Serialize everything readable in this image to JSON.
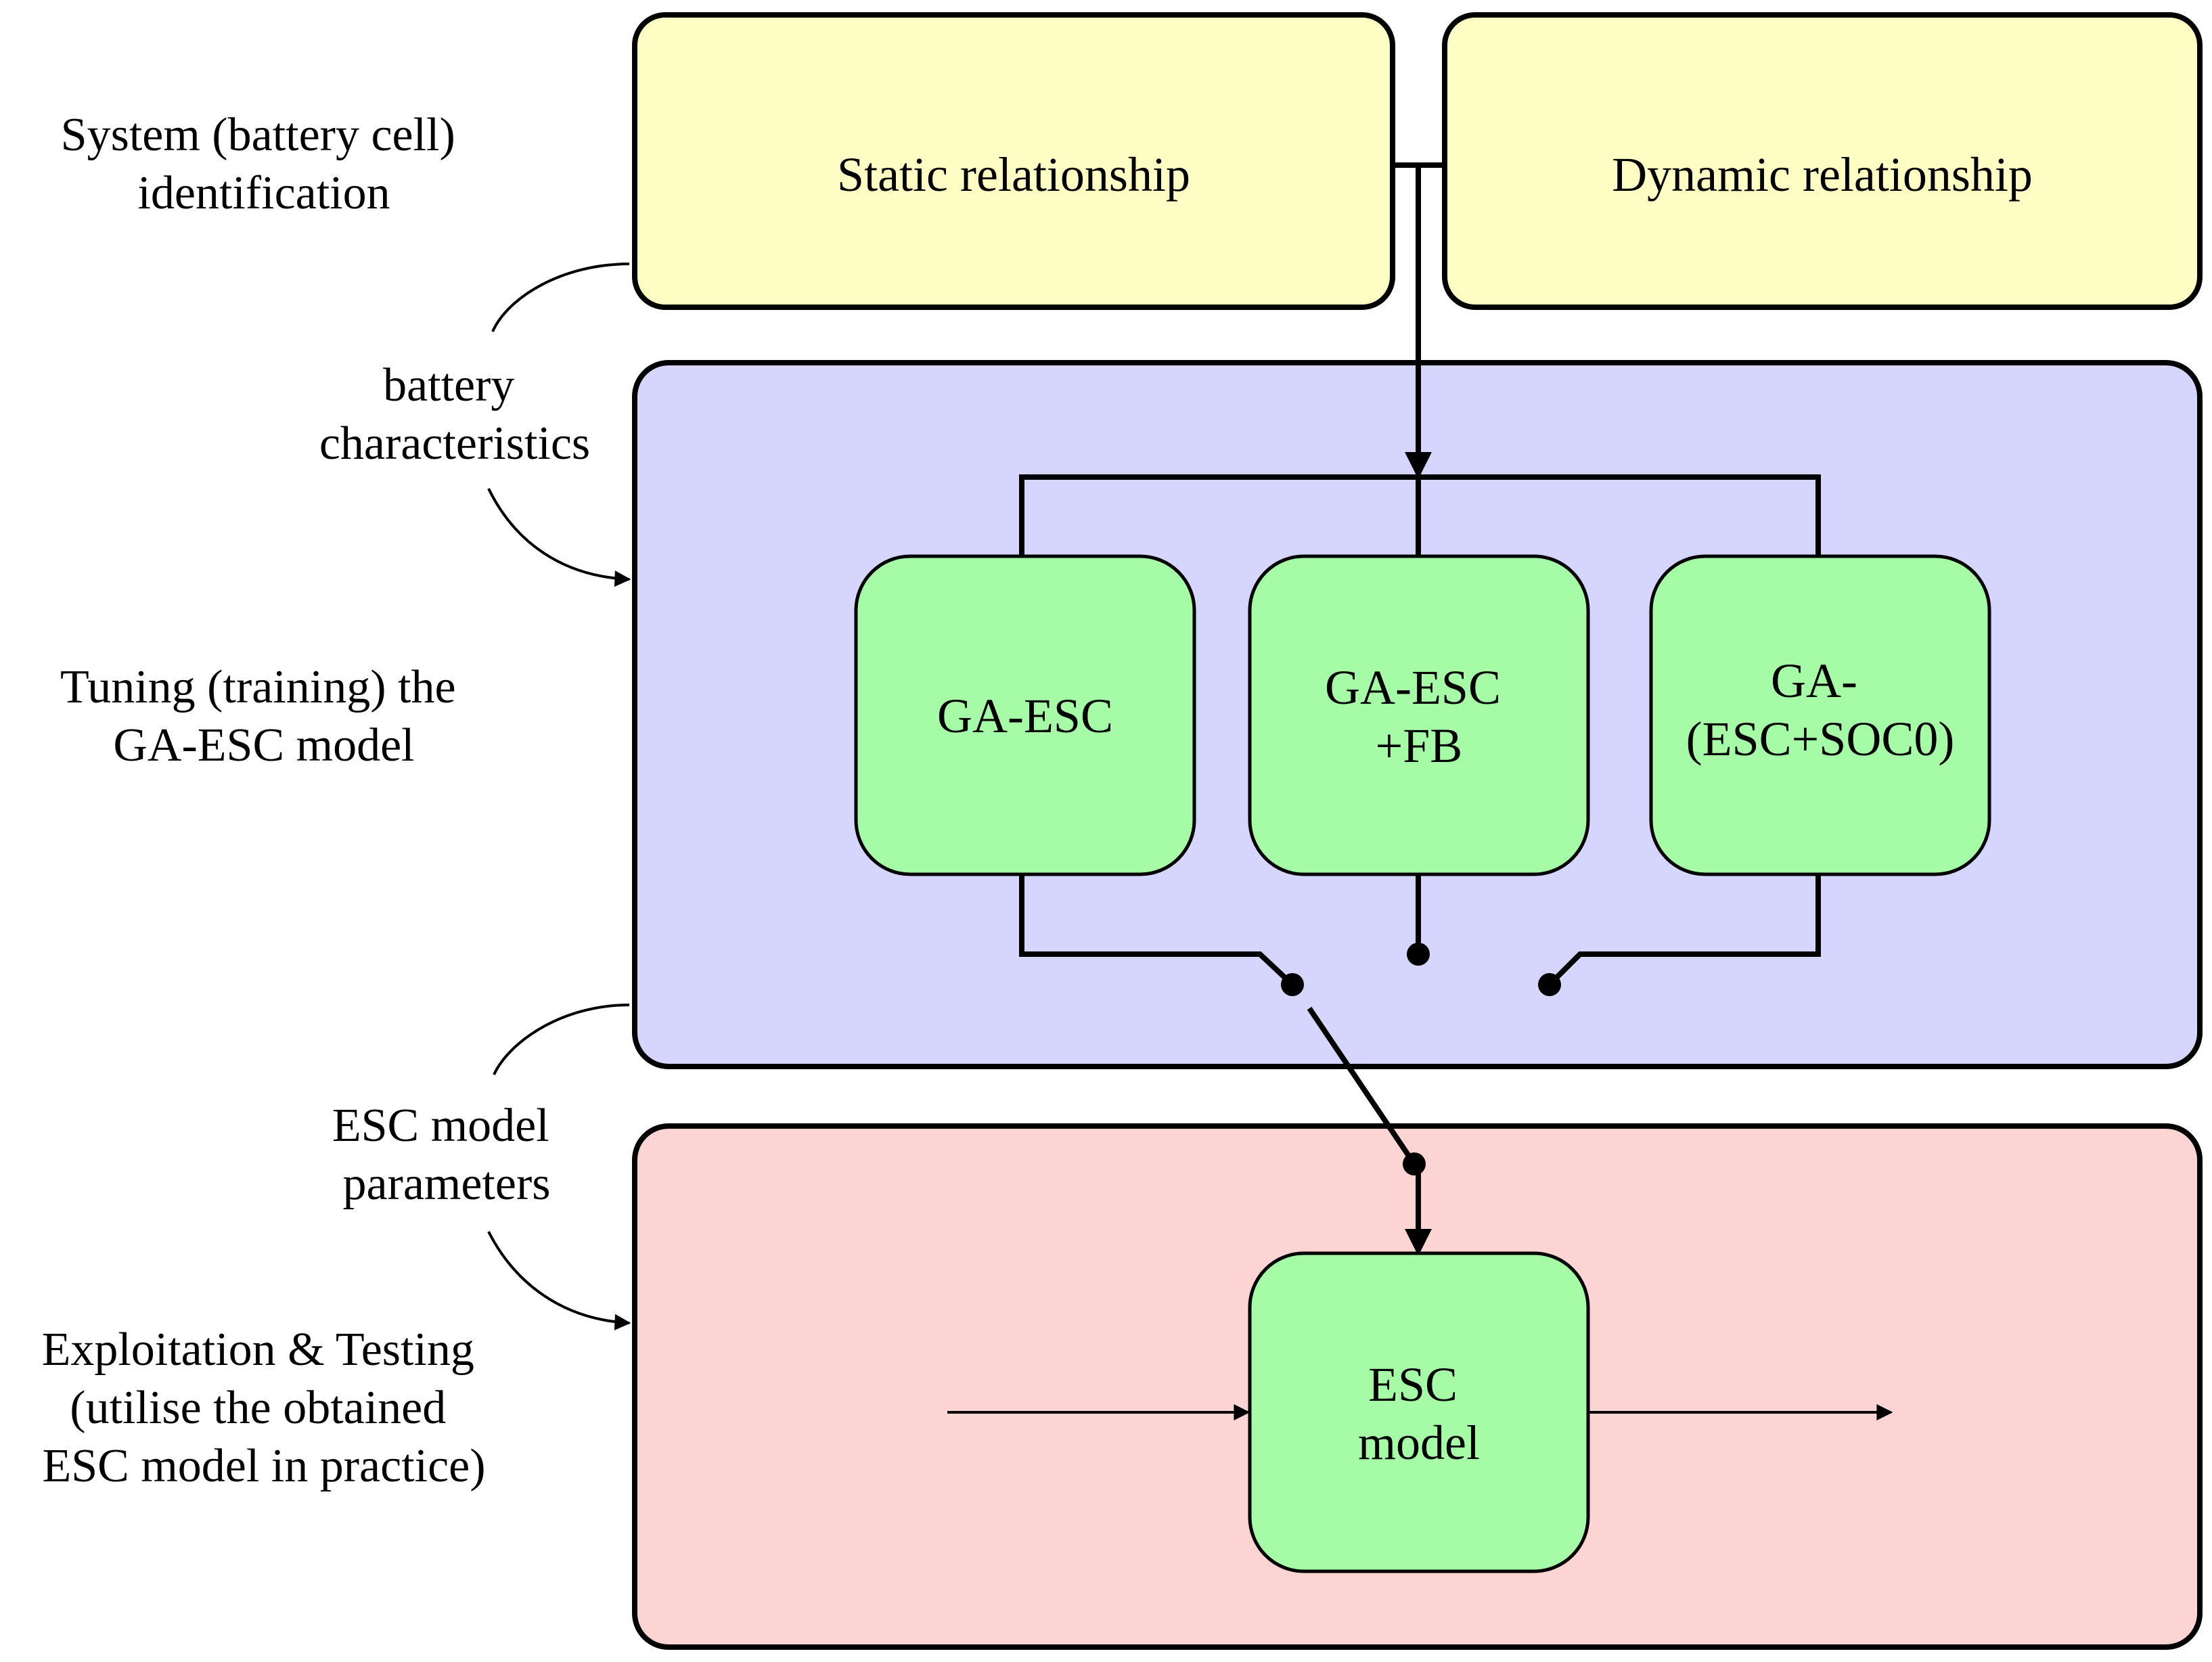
{
  "colors": {
    "identification_fill": "#FDFDC4",
    "tuning_fill": "#D5D5FD",
    "exploitation_fill": "#FDD4D4",
    "model_fill": "#A6FCA6",
    "stroke": "#000000"
  },
  "stage_labels": {
    "identification": [
      "System (battery cell)",
      "identification"
    ],
    "tuning": [
      "Tuning (training) the",
      "GA-ESC model"
    ],
    "exploitation": [
      "Exploitation & Testing",
      "(utilise the obtained",
      "ESC model in practice)"
    ]
  },
  "flow_labels": {
    "battery_characteristics": [
      "battery",
      "characteristics"
    ],
    "esc_model_parameters": [
      "ESC model",
      "parameters"
    ]
  },
  "identification_boxes": {
    "static": "Static relationship",
    "dynamic": "Dynamic relationship"
  },
  "tuning_models": [
    [
      "GA-ESC"
    ],
    [
      "GA-ESC",
      "+FB"
    ],
    [
      "GA-",
      "(ESC+SOC0)"
    ]
  ],
  "exploitation_model": [
    "ESC",
    "model"
  ]
}
